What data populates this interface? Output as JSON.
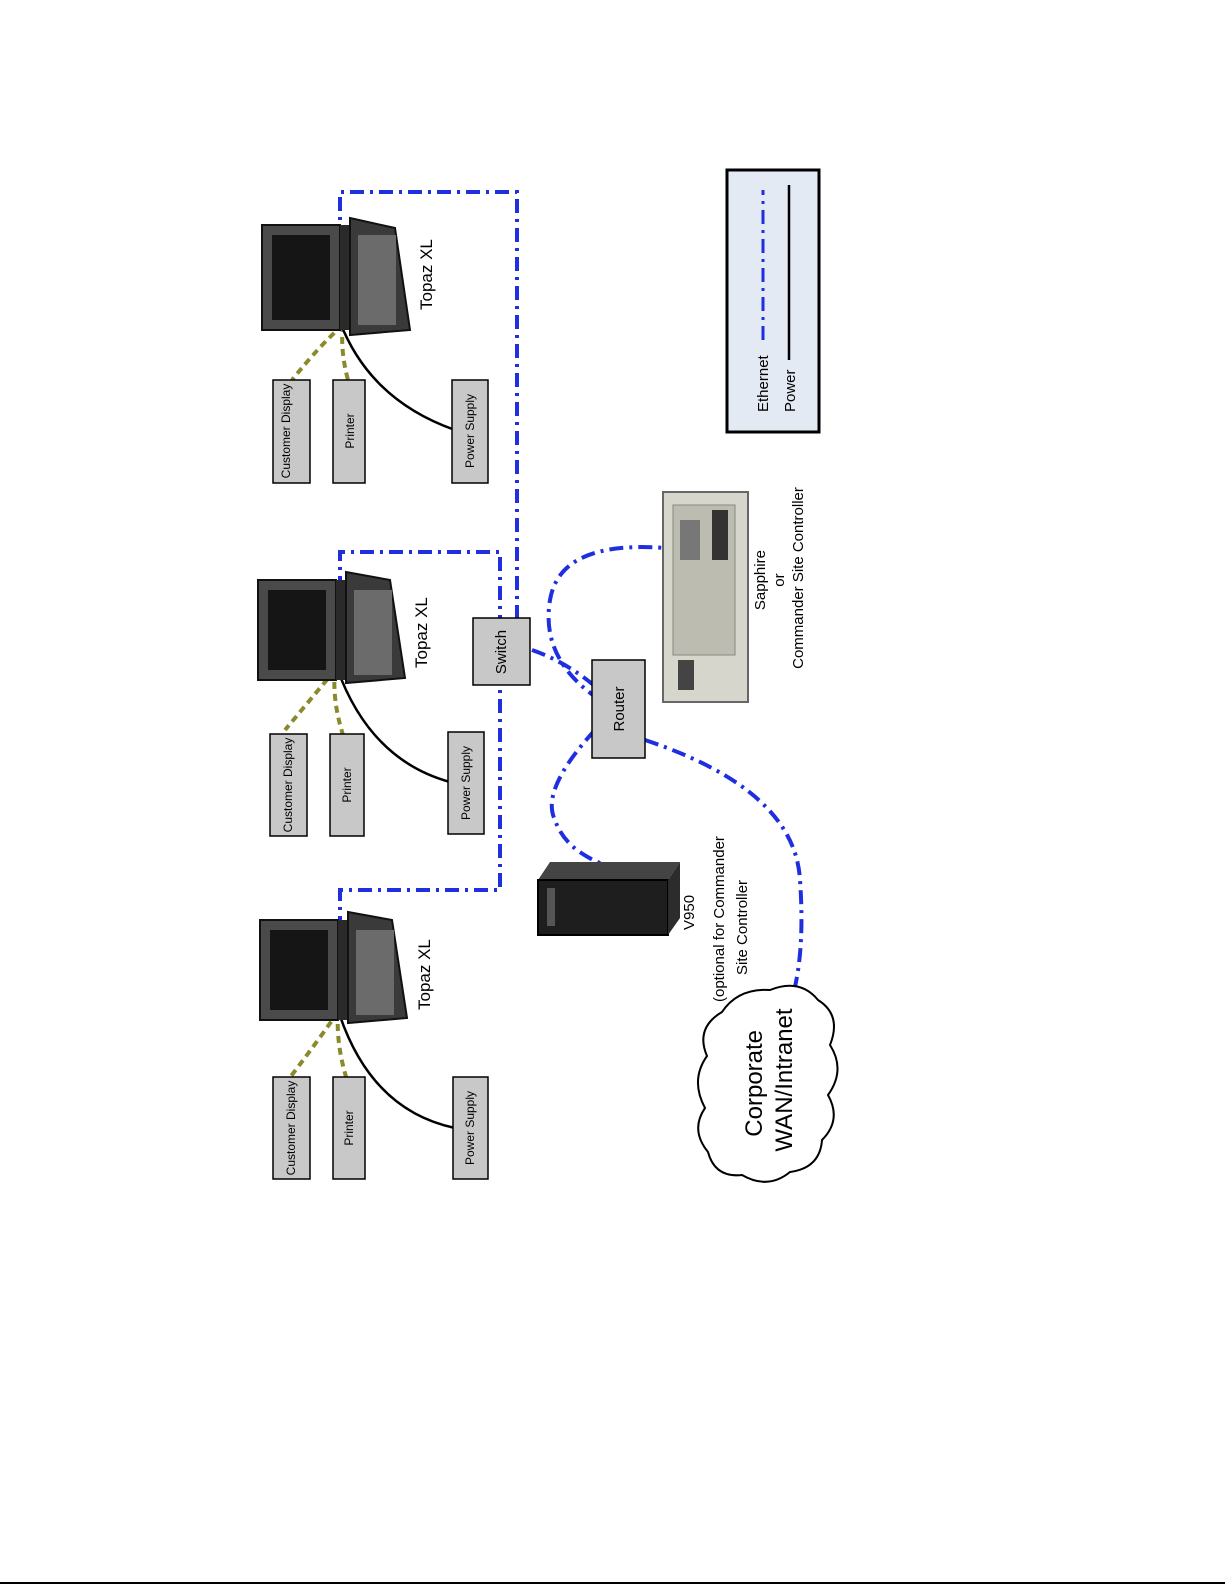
{
  "terminals": [
    {
      "name": "Topaz XL",
      "customer_display": "Customer Display",
      "printer": "Printer",
      "power_supply": "Power Supply"
    },
    {
      "name": "Topaz XL",
      "customer_display": "Customer Display",
      "printer": "Printer",
      "power_supply": "Power Supply"
    },
    {
      "name": "Topaz XL",
      "customer_display": "Customer Display",
      "printer": "Printer",
      "power_supply": "Power Supply"
    }
  ],
  "switch_label": "Switch",
  "router_label": "Router",
  "controller": {
    "line1": "Sapphire",
    "line2": "or",
    "line3": "Commander Site Controller"
  },
  "v950": {
    "line1": "V950",
    "line2": "(optional for Commander",
    "line3": "Site Controller"
  },
  "cloud": {
    "line1": "Corporate",
    "line2": "WAN/Intranet"
  },
  "legend": {
    "ethernet": "Ethernet",
    "power": "Power"
  },
  "colors": {
    "ethernet": "#1f2fe0",
    "power": "#000000",
    "serial": "#8a8a2a",
    "device_box": "#c8c8c8",
    "legend_bg": "#e4eaf4"
  }
}
